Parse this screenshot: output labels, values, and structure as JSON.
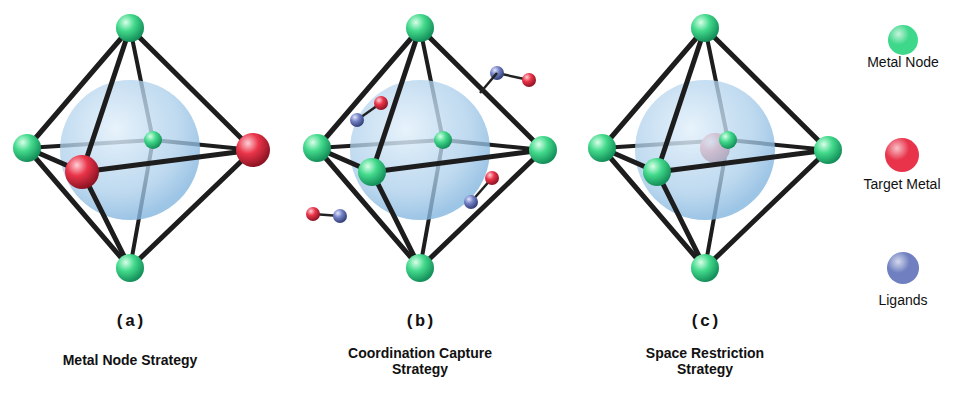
{
  "diagram": {
    "labels": [
      "(a)",
      "Metal Node Strategy",
      "(b)",
      "Coordination Capture Strategy",
      "(c)",
      "Space Restriction Strategy"
    ],
    "legend": [
      {
        "text": "Metal Node",
        "color": "#3ed88a"
      },
      {
        "text": "Target Metal",
        "color": "#e8334a"
      },
      {
        "text": "Ligands",
        "color": "#6f7fc0"
      }
    ]
  }
}
